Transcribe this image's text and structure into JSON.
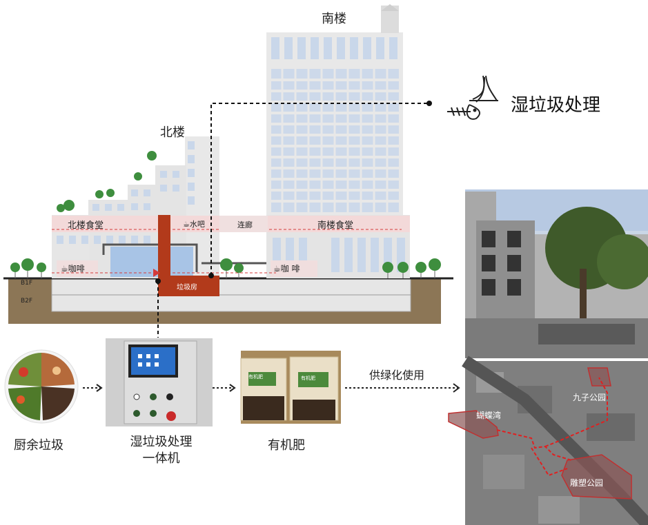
{
  "buildings": {
    "south_tower": "南楼",
    "north_tower": "北楼",
    "north_canteen": "北楼食堂",
    "south_canteen": "南楼食堂",
    "water_bar": "水吧",
    "corridor": "连廊",
    "cafe_left": "咖啡",
    "cafe_right": "咖 啡",
    "garbage_room": "垃圾房",
    "b1f": "B1F",
    "b2f": "B2F"
  },
  "title": "湿垃圾处理",
  "flow": {
    "step1": "厨余垃圾",
    "step2_line1": "湿垃圾处理",
    "step2_line2": "一体机",
    "step3": "有机肥",
    "step4_caption": "供绿化使用"
  },
  "fertilizer_bag_text": "有机肥",
  "map_labels": {
    "park_a": "九子公园",
    "park_b": "蝴蝶湾",
    "park_c": "雕塑公园"
  },
  "colors": {
    "garbage_duct": "#b23a1b",
    "dashed_red": "#d43a3a",
    "ground": "#8b7355",
    "map_route": "#e02020"
  }
}
